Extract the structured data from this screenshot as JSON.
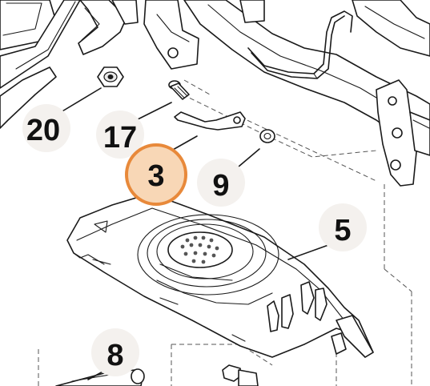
{
  "diagram": {
    "highlight_color": "#e8893a",
    "highlight_fill": "#f8d7b6",
    "callouts": [
      {
        "id": "callout-20",
        "label": "20"
      },
      {
        "id": "callout-17",
        "label": "17"
      },
      {
        "id": "callout-3",
        "label": "3",
        "highlighted": true
      },
      {
        "id": "callout-9",
        "label": "9"
      },
      {
        "id": "callout-5",
        "label": "5"
      },
      {
        "id": "callout-8",
        "label": "8"
      }
    ]
  }
}
